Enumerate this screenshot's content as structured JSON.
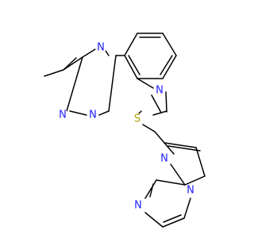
{
  "molecule": {
    "colors": {
      "bond": "#000000",
      "nitrogen": "#2020ff",
      "sulfur": "#b2a300",
      "carbon": "#000000"
    },
    "atoms": [
      {
        "id": "a1",
        "label": "N",
        "element": "nitrogen"
      },
      {
        "id": "a2",
        "label": "N",
        "element": "nitrogen"
      },
      {
        "id": "a3",
        "label": "N",
        "element": "nitrogen"
      },
      {
        "id": "a4",
        "label": "N",
        "element": "nitrogen"
      },
      {
        "id": "a5",
        "label": "S",
        "element": "sulfur"
      },
      {
        "id": "a6",
        "label": "N",
        "element": "nitrogen"
      },
      {
        "id": "a7",
        "label": "N",
        "element": "nitrogen"
      },
      {
        "id": "a8",
        "label": "N",
        "element": "nitrogen"
      }
    ]
  }
}
